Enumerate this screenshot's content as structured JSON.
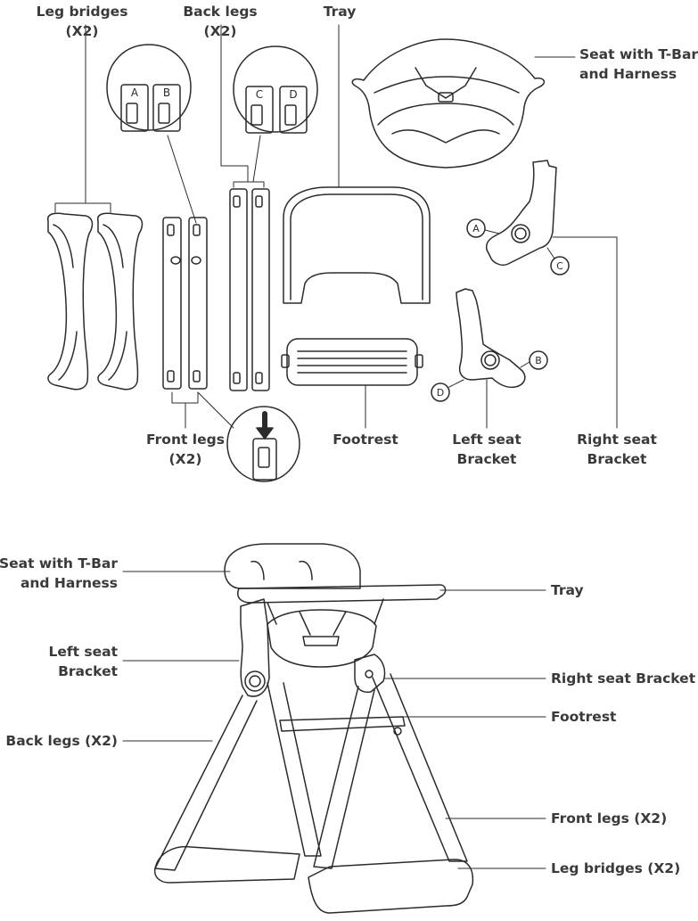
{
  "top_labels": {
    "leg_bridges": [
      "Leg bridges",
      "(X2)"
    ],
    "back_legs": [
      "Back legs",
      "(X2)"
    ],
    "tray": "Tray",
    "seat": [
      "Seat with T-Bar",
      "and Harness"
    ],
    "front_legs": [
      "Front legs",
      "(X2)"
    ],
    "footrest": "Footrest",
    "left_bracket": [
      "Left seat",
      "Bracket"
    ],
    "right_bracket": [
      "Right seat",
      "Bracket"
    ]
  },
  "bottom_labels": {
    "seat": [
      "Seat with T-Bar",
      "and Harness"
    ],
    "left_bracket": [
      "Left seat",
      "Bracket"
    ],
    "back_legs": "Back legs (X2)",
    "tray": "Tray",
    "right_bracket": "Right seat Bracket",
    "footrest": "Footrest",
    "front_legs": "Front legs (X2)",
    "leg_bridges": "Leg bridges (X2)"
  },
  "callout_letters": [
    "A",
    "B",
    "C",
    "D"
  ]
}
